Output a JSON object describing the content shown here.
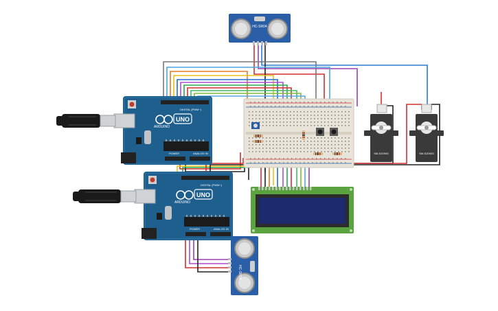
{
  "board1": {
    "brand": "ARDUINO",
    "model": "UNO",
    "header_digital": "DIGITAL (PWM~)",
    "header_power": "POWER",
    "header_analog": "ANALOG IN"
  },
  "board2": {
    "brand": "ARDUINO",
    "model": "UNO",
    "header_digital": "DIGITAL (PWM~)",
    "header_power": "POWER",
    "header_analog": "ANALOG IN"
  },
  "sensor_top": {
    "label": "HC-SR04"
  },
  "sensor_bottom": {
    "label": "HC-SR04"
  },
  "servo1": {
    "label": "SM-S2090S"
  },
  "servo2": {
    "label": "SM-S2090S"
  },
  "colors": {
    "arduino_blue": "#1f5f8e",
    "breadboard": "#e8e4da",
    "lcd_green": "#5aa33f",
    "lcd_screen": "#1e2a6e",
    "sensor_blue": "#2a5fa8",
    "servo_body": "#3a3a3a",
    "usb_cable": "#1a1a1a"
  },
  "icons": [
    "usb-plug-icon",
    "reset-button-icon",
    "chip-icon",
    "pushbutton-icon",
    "resistor-icon",
    "servo-horn-icon",
    "transducer-icon"
  ]
}
